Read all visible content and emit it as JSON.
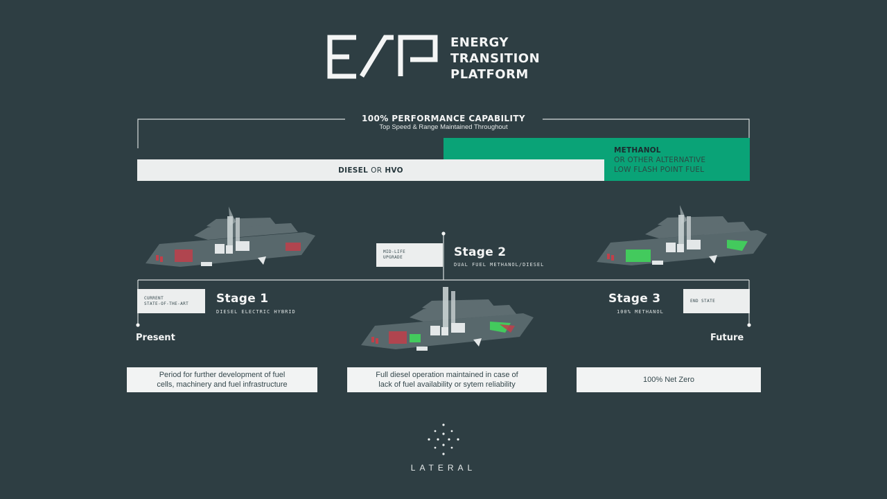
{
  "header": {
    "logo": "EP-logo-mark",
    "title_lines": [
      "ENERGY",
      "TRANSITION",
      "PLATFORM"
    ]
  },
  "performance": {
    "title": "100% PERFORMANCE CAPABILITY",
    "subtitle": "Top Speed & Range  Maintained Throughout"
  },
  "fuel_bars": {
    "diesel_primary": "DIESEL",
    "diesel_connector": "OR",
    "diesel_secondary": "HVO",
    "methanol_line1": "METHANOL",
    "methanol_line2": "OR OTHER ALTERNATIVE",
    "methanol_line3": "LOW FLASH POINT FUEL"
  },
  "stages": [
    {
      "tag_line1": "CURRENT",
      "tag_line2": "STATE-OF-THE-ART",
      "name": "Stage 1",
      "subtitle": "DIESEL ELECTRIC HYBRID"
    },
    {
      "tag_line1": "MID-LIFE",
      "tag_line2": "UPGRADE",
      "name": "Stage 2",
      "subtitle": "DUAL FUEL METHANOL/DIESEL"
    },
    {
      "tag_line1": "END STATE",
      "tag_line2": "",
      "name": "Stage 3",
      "subtitle": "100% METHANOL"
    }
  ],
  "timeline": {
    "start": "Present",
    "end": "Future"
  },
  "descriptions": [
    {
      "line1": "Period for further development of fuel",
      "line2": "cells, machinery and fuel infrastructure"
    },
    {
      "line1": "Full diesel operation maintained in case of",
      "line2": "lack of fuel availability or sytem reliability"
    },
    {
      "line1": "100% Net Zero",
      "line2": ""
    }
  ],
  "footer": {
    "brand": "LATERAL"
  },
  "colors": {
    "background": "#2e3e43",
    "methanol_green": "#0aa377",
    "bar_light": "#eceeee",
    "diesel_red": "#c0404a",
    "methanol_tank_green": "#3fdc5a"
  }
}
